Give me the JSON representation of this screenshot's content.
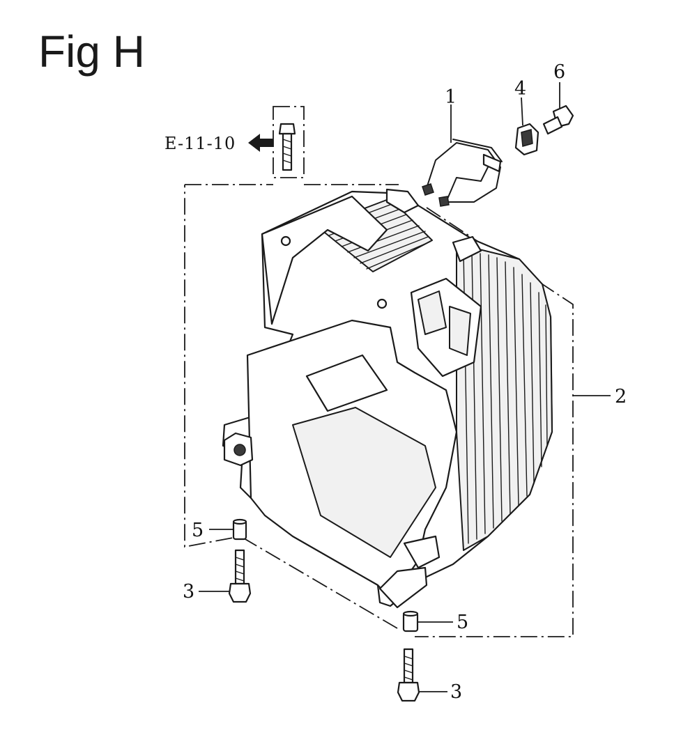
{
  "figure": {
    "title": "Fig H",
    "reference": "E-11-10"
  },
  "callouts": {
    "c1": "1",
    "c2": "2",
    "c3a": "3",
    "c3b": "3",
    "c4": "4",
    "c5a": "5",
    "c5b": "5",
    "c6": "6"
  },
  "colors": {
    "ink": "#1a1a1a",
    "background": "#ffffff"
  }
}
